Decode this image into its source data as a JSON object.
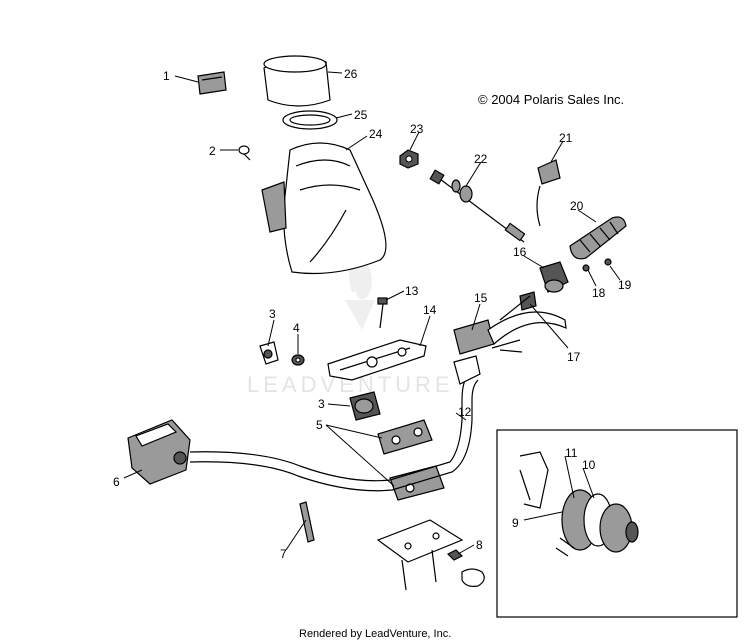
{
  "copyright": "© 2004 Polaris Sales Inc.",
  "footer": "Rendered by LeadVenture, Inc.",
  "watermark": "LEADVENTURE",
  "callouts": [
    "1",
    "2",
    "3",
    "3",
    "4",
    "5",
    "6",
    "7",
    "8",
    "9",
    "10",
    "11",
    "12",
    "13",
    "14",
    "15",
    "16",
    "17",
    "18",
    "19",
    "20",
    "21",
    "22",
    "23",
    "24",
    "25",
    "26"
  ]
}
